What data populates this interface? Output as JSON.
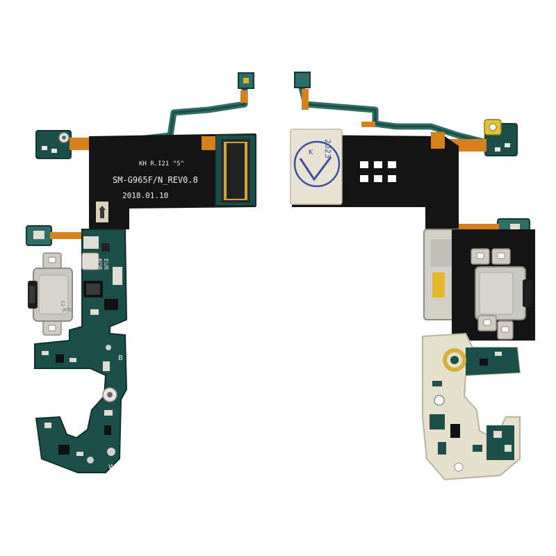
{
  "image": {
    "subject": "Charging port flex board, shown front and back",
    "colors": {
      "background": "#ffffff",
      "pcb_green": "#1d4f4a",
      "pcb_dark": "#123834",
      "flex_black": "#141414",
      "flex_orange": "#d6801e",
      "gold": "#d6b23a",
      "metal": "#c9c7c1"
    }
  },
  "front_board": {
    "silkscreen": {
      "line1": "KH R.I21 \"S\"",
      "line2": "SM-G965F/N_REV0.8",
      "line3": "2018.01.10",
      "region_top": "EUR",
      "region_bottom": "KOR",
      "connector_mark": "S2",
      "port_mark": "JMTC",
      "letter_b": "B",
      "letter_w": "W"
    },
    "usb_port_icon": "usb-c-port-icon"
  },
  "back_board": {
    "shield_stamp": "2023",
    "shield_mark": "K",
    "usb_port_icon": "usb-c-port-icon"
  }
}
